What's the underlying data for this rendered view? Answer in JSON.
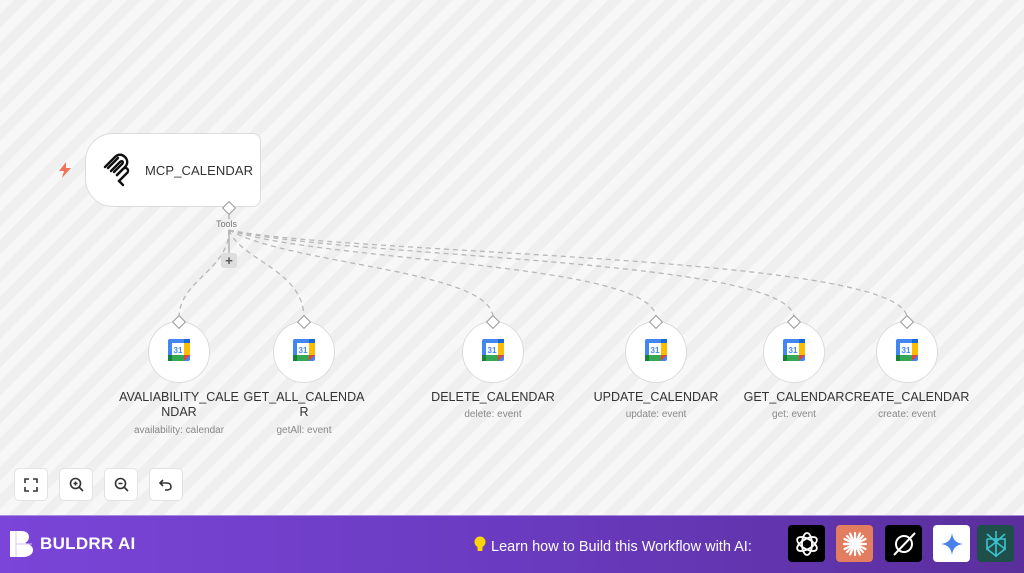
{
  "main_node": {
    "title": "MCP_CALENDAR",
    "icon": "mcp-icon",
    "trigger_icon": "lightning-icon",
    "handle_label": "Tools",
    "add_label": "+"
  },
  "tools": [
    {
      "label_line1": "AVALIABILITY_CALE",
      "label_line2": "NDAR",
      "subtitle": "availability: calendar",
      "icon": "google-calendar-icon"
    },
    {
      "label_line1": "GET_ALL_CALENDA",
      "label_line2": "R",
      "subtitle": "getAll: event",
      "icon": "google-calendar-icon"
    },
    {
      "label_line1": "DELETE_CALENDAR",
      "label_line2": "",
      "subtitle": "delete: event",
      "icon": "google-calendar-icon"
    },
    {
      "label_line1": "UPDATE_CALENDAR",
      "label_line2": "",
      "subtitle": "update: event",
      "icon": "google-calendar-icon"
    },
    {
      "label_line1": "GET_CALENDAR",
      "label_line2": "",
      "subtitle": "get: event",
      "icon": "google-calendar-icon"
    },
    {
      "label_line1": "CREATE_CALENDAR",
      "label_line2": "",
      "subtitle": "create: event",
      "icon": "google-calendar-icon"
    }
  ],
  "calendar_icon_text": "31",
  "controls": [
    {
      "name": "fit-view",
      "icon": "fullscreen-icon"
    },
    {
      "name": "zoom-in",
      "icon": "zoom-in-icon"
    },
    {
      "name": "zoom-out",
      "icon": "zoom-out-icon"
    },
    {
      "name": "reset",
      "icon": "undo-icon"
    }
  ],
  "footer": {
    "brand": "BULDRR AI",
    "learn_text": "Learn how to Build this Workflow with AI:",
    "ai_tools": [
      {
        "name": "ChatGPT",
        "icon": "openai-icon",
        "bg": "#000000"
      },
      {
        "name": "Claude",
        "icon": "claude-icon",
        "bg": "#e27d60"
      },
      {
        "name": "Grok",
        "icon": "grok-icon",
        "bg": "#000000"
      },
      {
        "name": "Gemini",
        "icon": "gemini-icon",
        "bg": "#ffffff"
      },
      {
        "name": "Perplexity",
        "icon": "perplexity-icon",
        "bg": "#1f4f4a"
      }
    ]
  },
  "colors": {
    "accent_purple": "#7a45d8",
    "trigger": "#f0735a"
  }
}
